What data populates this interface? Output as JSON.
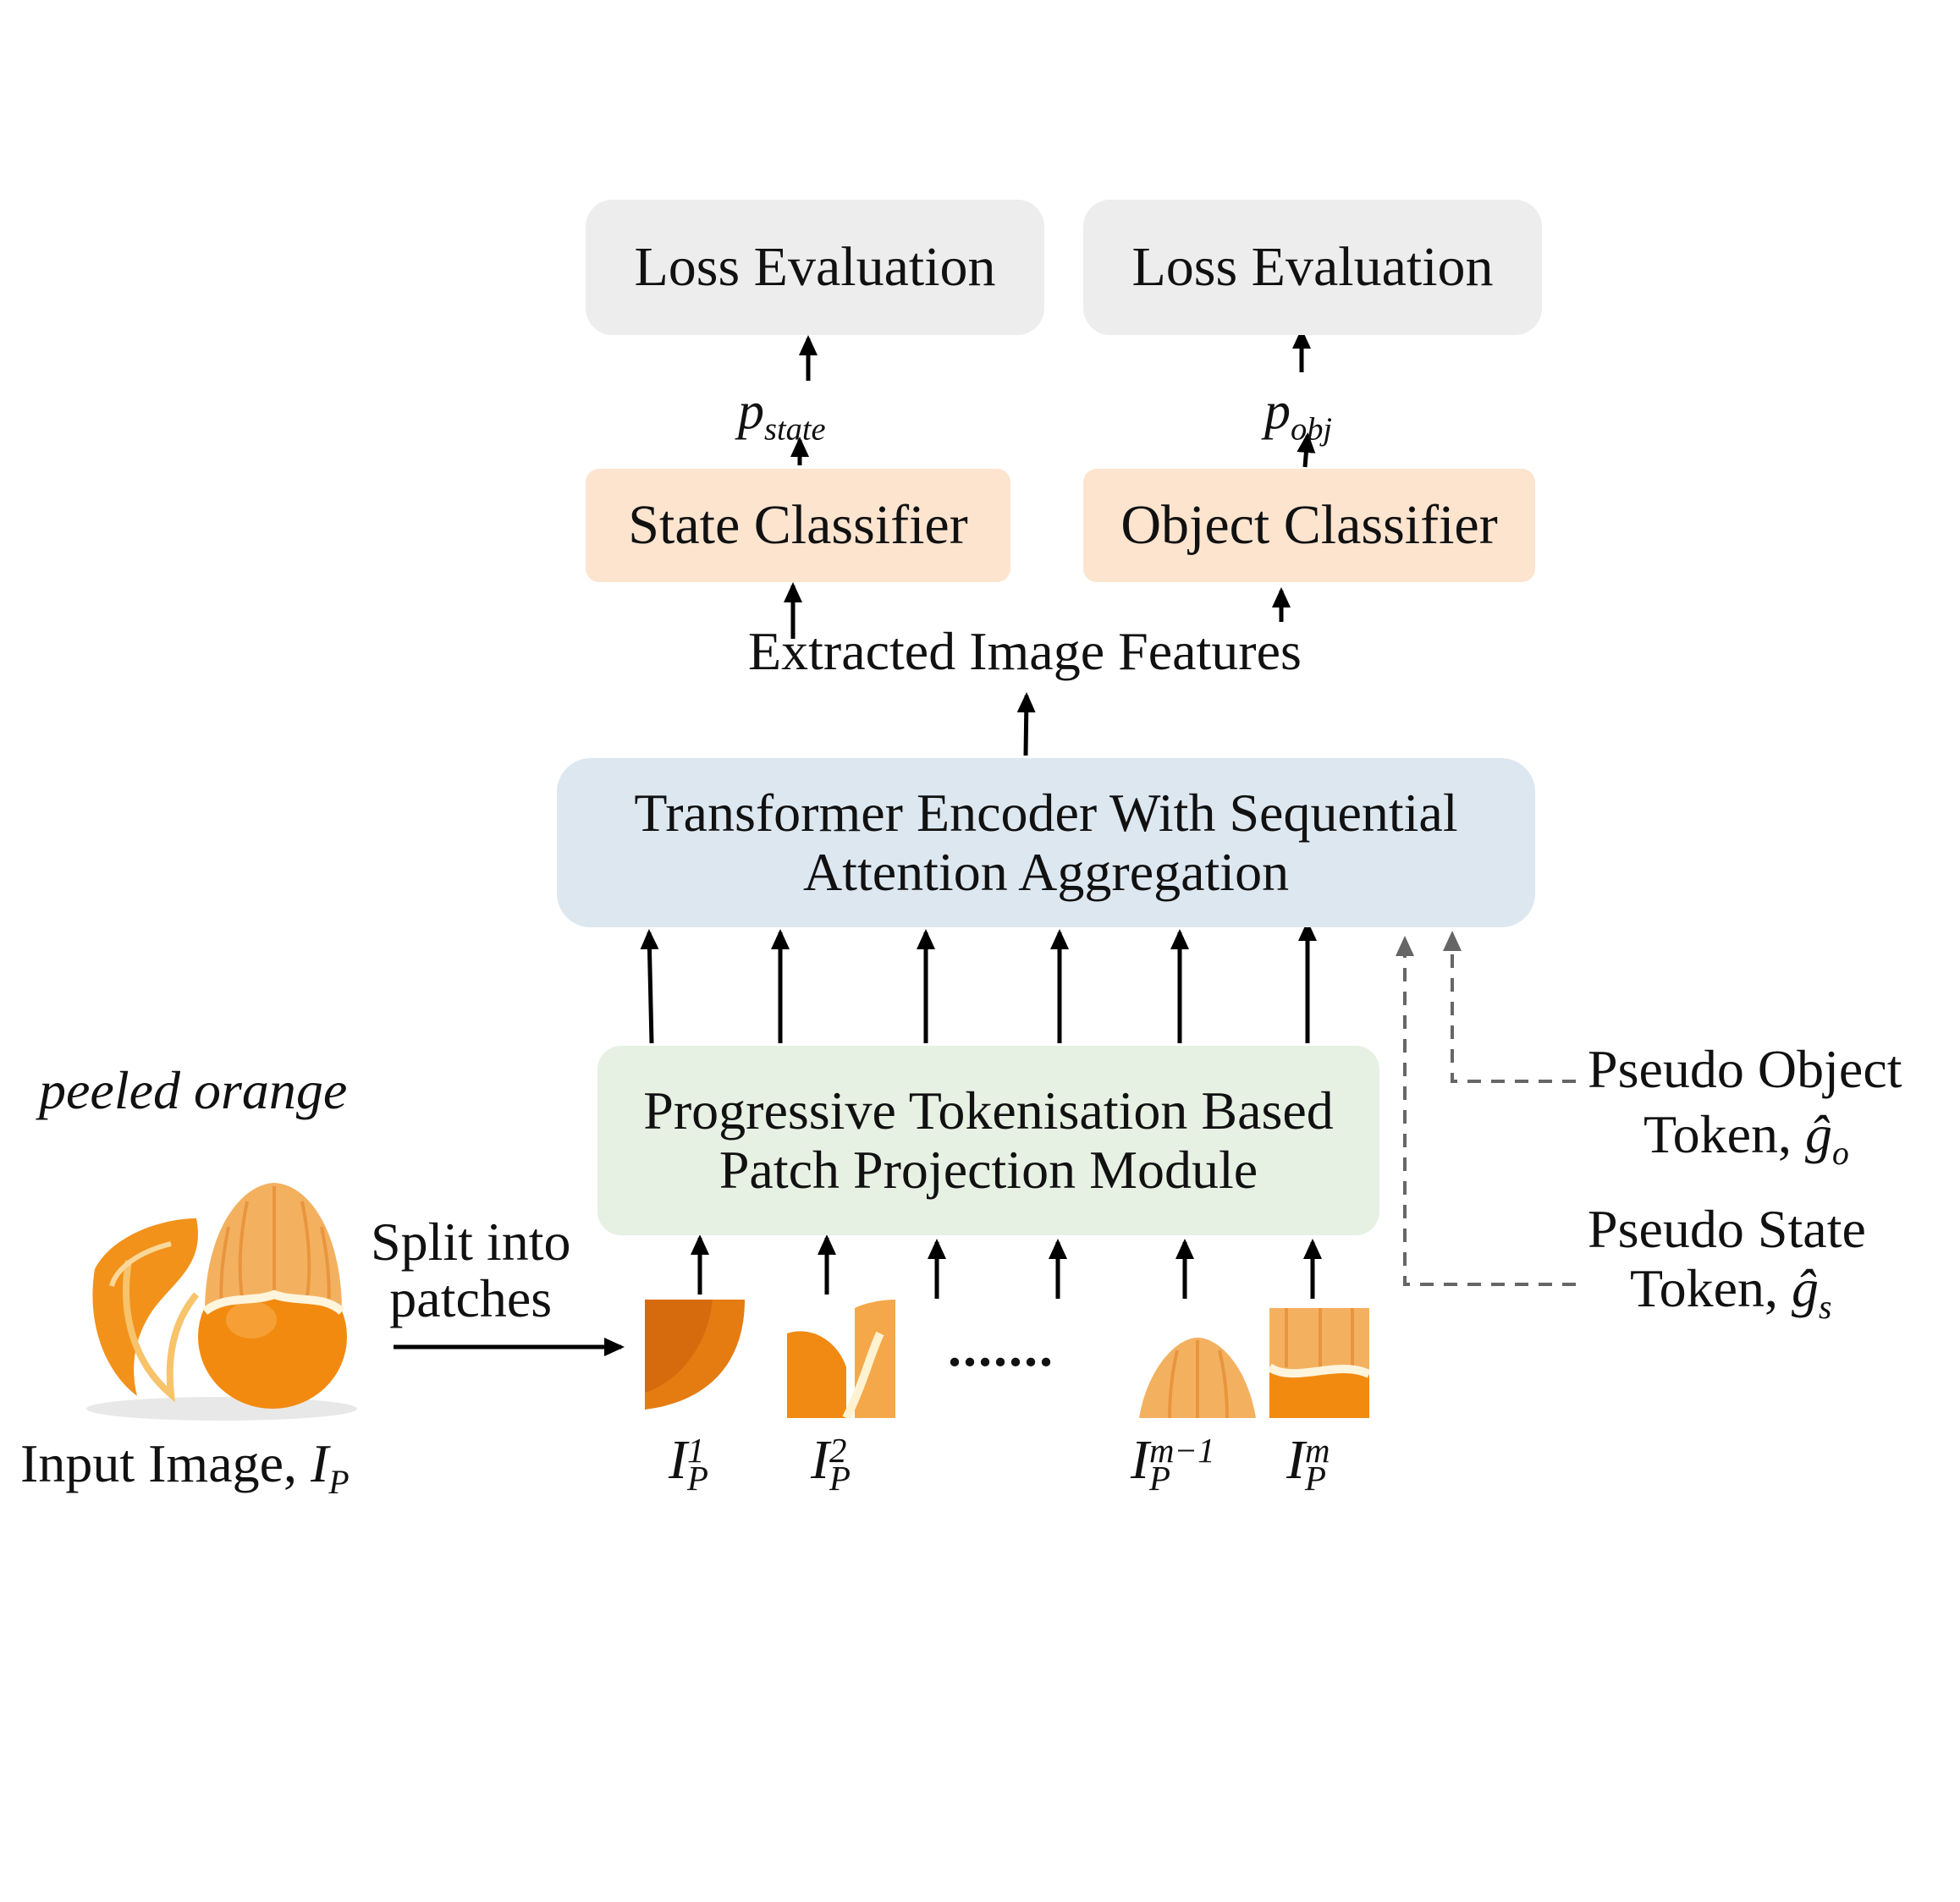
{
  "loss_left": "Loss Evaluation",
  "loss_right": "Loss Evaluation",
  "p_state": {
    "base": "p",
    "sub": "state"
  },
  "p_obj": {
    "base": "p",
    "sub": "obj"
  },
  "state_classifier": "State Classifier",
  "object_classifier": "Object Classifier",
  "features_label": "Extracted Image Features",
  "encoder": {
    "line1": "Transformer Encoder With Sequential",
    "line2": "Attention Aggregation"
  },
  "projection": {
    "line1": "Progressive Tokenisation Based",
    "line2": "Patch Projection Module"
  },
  "caption_label": "peeled orange",
  "split": {
    "line1": "Split into",
    "line2": "patches"
  },
  "input_label": {
    "text": "Input Image, ",
    "base": "I",
    "sub": "P"
  },
  "patches": [
    {
      "base": "I",
      "sub": "P",
      "sup": "1"
    },
    {
      "base": "I",
      "sub": "P",
      "sup": "2"
    },
    {
      "base": "I",
      "sub": "P",
      "sup": "m−1"
    },
    {
      "base": "I",
      "sub": "P",
      "sup": "m"
    }
  ],
  "ellipsis": ".......",
  "pseudo_object": {
    "line1": "Pseudo Object",
    "line2_text": "Token, ",
    "symbol": "ĝ",
    "sub": "o"
  },
  "pseudo_state": {
    "line1": "Pseudo State",
    "line2_text": "Token, ",
    "symbol": "ĝ",
    "sub": "s"
  },
  "colors": {
    "loss": "#ededed",
    "classifier": "#fde4cf",
    "encoder": "#dde7f0",
    "projection": "#e6f0e3",
    "orange": "#f39a1e",
    "dashed": "#666666"
  }
}
